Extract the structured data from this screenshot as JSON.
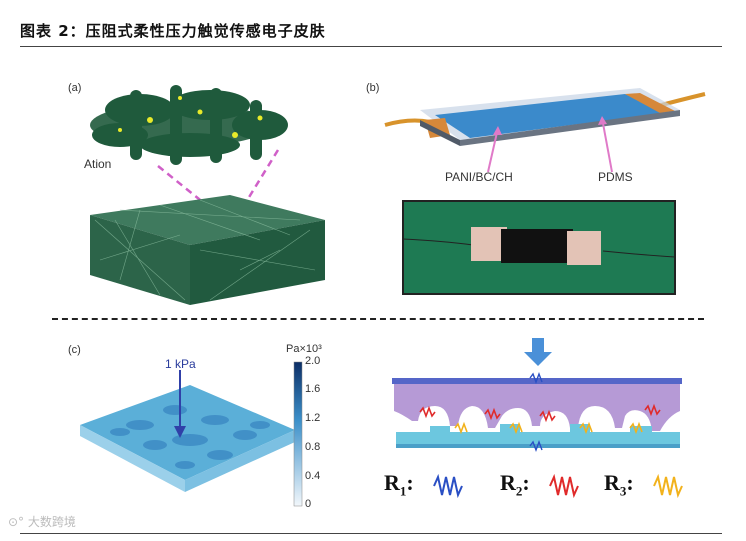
{
  "header": {
    "title": "图表 2：压阻式柔性压力触觉传感电子皮肤"
  },
  "panel_a": {
    "label": "(a)",
    "cluster_label": "Ation"
  },
  "panel_b": {
    "label": "(b)",
    "material_left": "PANI/BC/CH",
    "material_right": "PDMS"
  },
  "panel_c": {
    "label": "(c)",
    "pressure_label": "1 kPa",
    "colorbar_title": "Pa×10³",
    "colorbar_ticks": [
      "2.0",
      "1.6",
      "1.2",
      "0.8",
      "0.4",
      "0"
    ]
  },
  "panel_d": {
    "resistors": [
      {
        "symbol": "R",
        "sub": "1",
        "suffix": ":",
        "color": "#2a4fc4"
      },
      {
        "symbol": "R",
        "sub": "2",
        "suffix": ":",
        "color": "#e02a2a"
      },
      {
        "symbol": "R",
        "sub": "3",
        "suffix": ":",
        "color": "#f2b21c"
      }
    ]
  },
  "watermark": {
    "text": "大数跨境"
  }
}
